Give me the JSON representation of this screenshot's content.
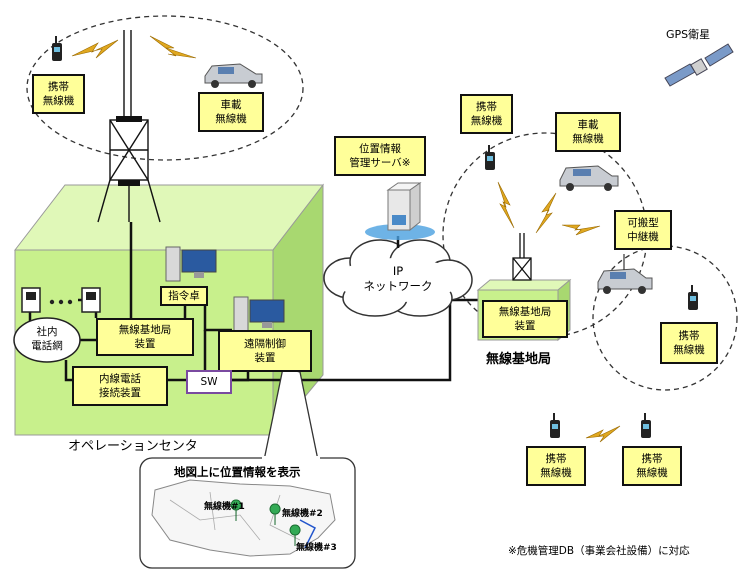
{
  "operation_center": {
    "label": "オペレーションセンタ",
    "mobile_radio": [
      "携帯",
      "無線機"
    ],
    "vehicle_radio": [
      "車載",
      "無線機"
    ],
    "in_house_phone_net": [
      "社内",
      "電話網"
    ],
    "dispatch_console": "指令卓",
    "base_station_equipment": [
      "無線基地局",
      "装置"
    ],
    "extension_phone_equipment": [
      "内線電話",
      "接続装置"
    ],
    "sw": "SW",
    "remote_control": [
      "遠隔制御",
      "装置"
    ]
  },
  "location_server": [
    "位置情報",
    "管理サーバ※"
  ],
  "ip_network": [
    "IP",
    "ネットワーク"
  ],
  "base_station": {
    "label": "無線基地局",
    "equipment": [
      "無線基地局",
      "装置"
    ],
    "mobile_radio_top": [
      "携帯",
      "無線機"
    ],
    "vehicle_radio": [
      "車載",
      "無線機"
    ],
    "portable_repeater": [
      "可搬型",
      "中継機"
    ],
    "mobile_radio_right": [
      "携帯",
      "無線機"
    ]
  },
  "gps": "GPS衛星",
  "bottom_radios": {
    "left": [
      "携帯",
      "無線機"
    ],
    "right": [
      "携帯",
      "無線機"
    ]
  },
  "map_callout": {
    "title": "地図上に位置情報を表示",
    "marker1": "無線機#1",
    "marker2": "無線機#2",
    "marker3": "無線機#3"
  },
  "footnote": "※危機管理DB（事業会社設備）に対応",
  "colors": {
    "box_fill": "#ffff99",
    "building_front": "#c8f08c",
    "building_top": "#e0f8b8",
    "building_side": "#a8d870",
    "sw_border": "#7a4aa0",
    "marker": "#33aa55"
  }
}
